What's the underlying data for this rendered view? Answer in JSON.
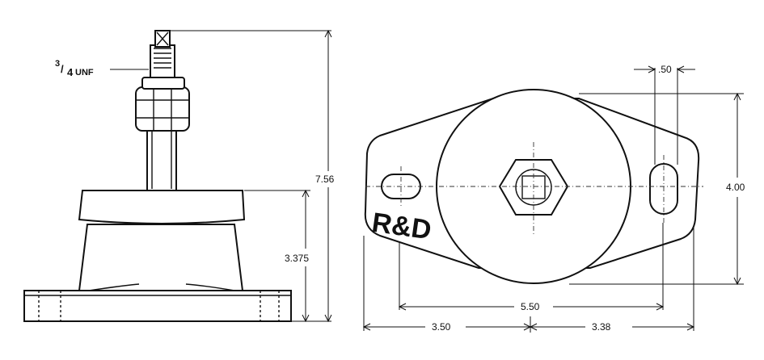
{
  "side_view": {
    "thread_label": {
      "numerator": "3",
      "slash": "/",
      "denominator": "4",
      "suffix": "UNF"
    },
    "overall_height": "7.56",
    "base_height": "3.375"
  },
  "top_view": {
    "logo": "R&D",
    "slot_width": ".50",
    "width": "4.00",
    "hole_spacing": "5.50",
    "left_offset": "3.50",
    "right_offset": "3.38"
  }
}
